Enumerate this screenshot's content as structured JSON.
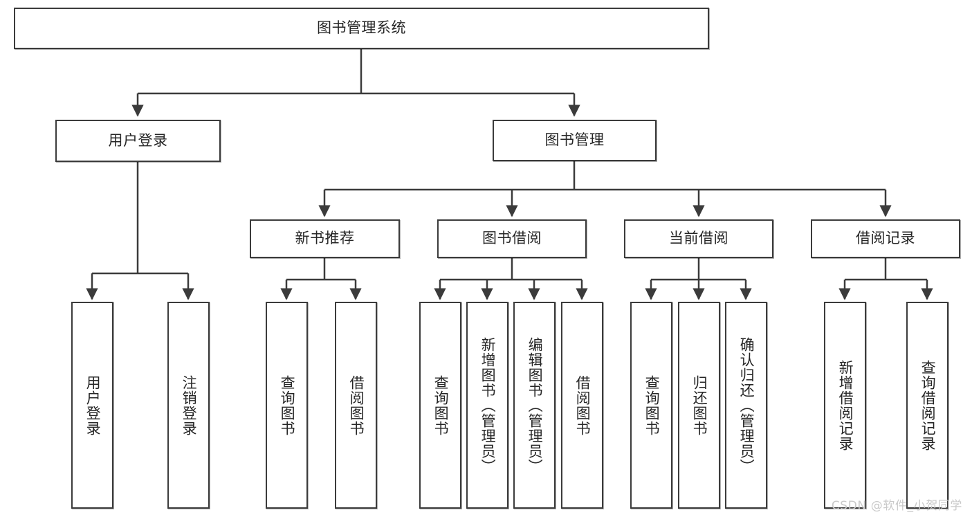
{
  "diagram": {
    "title": "图书管理系统",
    "type": "tree-hierarchy",
    "theme": {
      "background": "#ffffff",
      "box_border": "#3b3b3b",
      "box_fill": "#ffffff",
      "text": "#262626",
      "connector": "#3b3b3b",
      "watermark": "#c9c9c9"
    },
    "nodes": {
      "root": {
        "label": "图书管理系统",
        "level": 1
      },
      "login": {
        "label": "用户登录",
        "level": 2
      },
      "book_mgmt": {
        "label": "图书管理",
        "level": 2
      },
      "new_book_rec": {
        "label": "新书推荐",
        "level": 3
      },
      "book_borrow": {
        "label": "图书借阅",
        "level": 3
      },
      "current_borrow": {
        "label": "当前借阅",
        "level": 3
      },
      "borrow_record": {
        "label": "借阅记录",
        "level": 3
      },
      "leaf_user_login": {
        "label": "用户登录",
        "level": 4
      },
      "leaf_logout": {
        "label": "注销登录",
        "level": 4
      },
      "leaf_query_book_1": {
        "label": "查询图书",
        "level": 4
      },
      "leaf_borrow_book_1": {
        "label": "借阅图书",
        "level": 4
      },
      "leaf_query_book_2": {
        "label": "查询图书",
        "level": 4
      },
      "leaf_add_book": {
        "label": "新增图书（管理员）",
        "level": 4
      },
      "leaf_edit_book": {
        "label": "编辑图书（管理员）",
        "level": 4
      },
      "leaf_borrow_book_2": {
        "label": "借阅图书",
        "level": 4
      },
      "leaf_query_book_3": {
        "label": "查询图书",
        "level": 4
      },
      "leaf_return_book": {
        "label": "归还图书",
        "level": 4
      },
      "leaf_confirm_return": {
        "label": "确认归还（管理员）",
        "level": 4
      },
      "leaf_add_record": {
        "label": "新增借阅记录",
        "level": 4
      },
      "leaf_query_record": {
        "label": "查询借阅记录",
        "level": 4
      }
    },
    "edges": [
      {
        "from": "root",
        "to": "login"
      },
      {
        "from": "root",
        "to": "book_mgmt"
      },
      {
        "from": "login",
        "to": "leaf_user_login"
      },
      {
        "from": "login",
        "to": "leaf_logout"
      },
      {
        "from": "book_mgmt",
        "to": "new_book_rec"
      },
      {
        "from": "book_mgmt",
        "to": "book_borrow"
      },
      {
        "from": "book_mgmt",
        "to": "current_borrow"
      },
      {
        "from": "book_mgmt",
        "to": "borrow_record"
      },
      {
        "from": "new_book_rec",
        "to": "leaf_query_book_1"
      },
      {
        "from": "new_book_rec",
        "to": "leaf_borrow_book_1"
      },
      {
        "from": "book_borrow",
        "to": "leaf_query_book_2"
      },
      {
        "from": "book_borrow",
        "to": "leaf_add_book"
      },
      {
        "from": "book_borrow",
        "to": "leaf_edit_book"
      },
      {
        "from": "book_borrow",
        "to": "leaf_borrow_book_2"
      },
      {
        "from": "current_borrow",
        "to": "leaf_query_book_3"
      },
      {
        "from": "current_borrow",
        "to": "leaf_return_book"
      },
      {
        "from": "current_borrow",
        "to": "leaf_confirm_return"
      },
      {
        "from": "borrow_record",
        "to": "leaf_add_record"
      },
      {
        "from": "borrow_record",
        "to": "leaf_query_record"
      }
    ]
  },
  "watermark": {
    "text": "CSDN @软件_小贺同学"
  }
}
